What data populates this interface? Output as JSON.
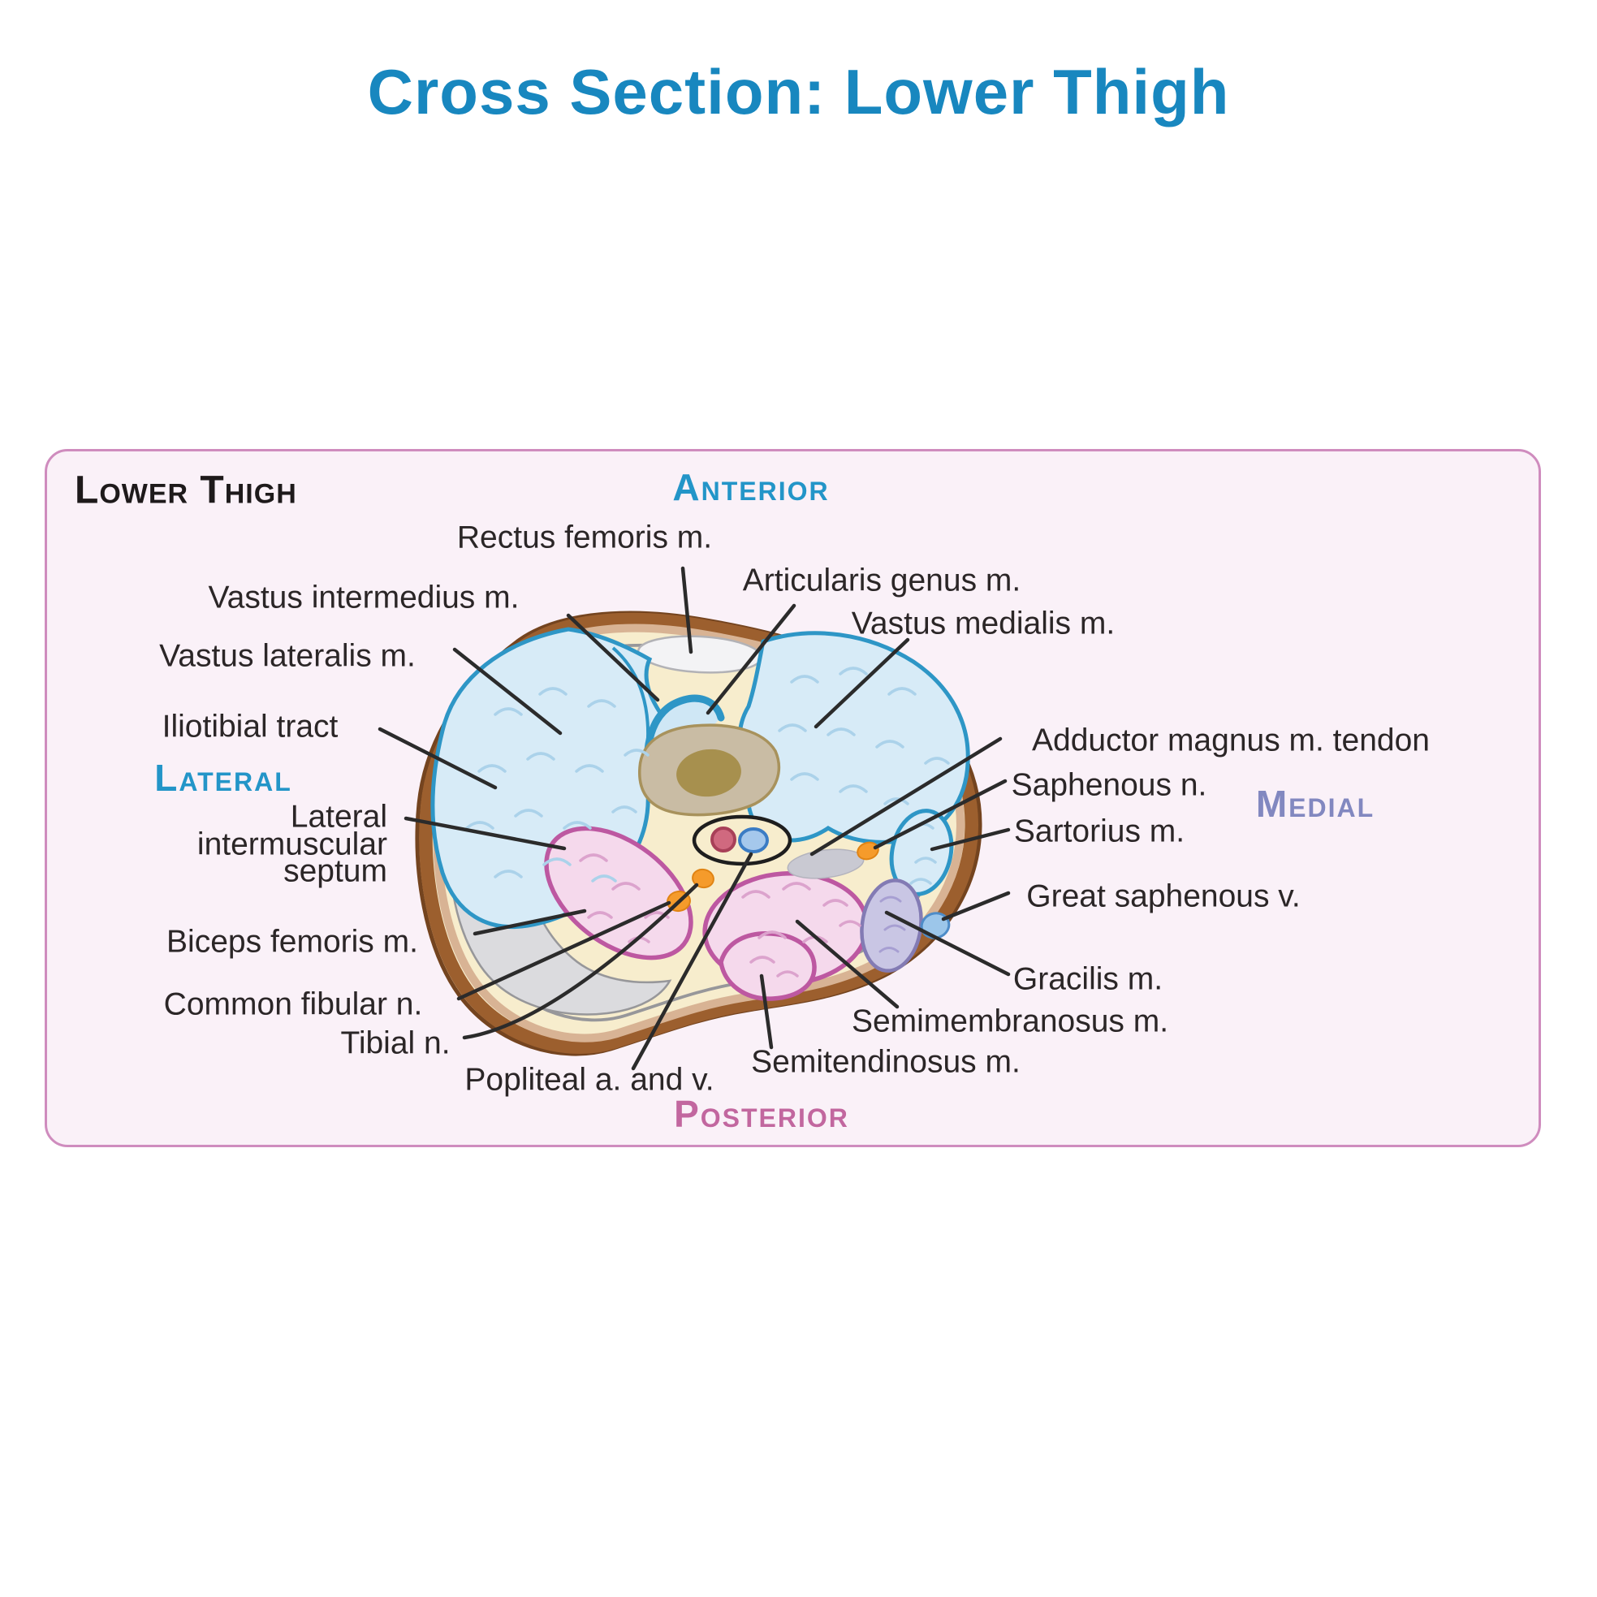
{
  "title": "Cross Section: Lower Thigh",
  "panel": {
    "heading": "Lower Thigh",
    "directions": {
      "anterior": "Anterior",
      "lateral": "Lateral",
      "medial": "Medial",
      "posterior": "Posterior"
    }
  },
  "annotations": {
    "rectus_femoris": "Rectus femoris m.",
    "vastus_intermedius": "Vastus intermedius m.",
    "articularis_genus": "Articularis genus m.",
    "vastus_medialis": "Vastus medialis m.",
    "vastus_lateralis": "Vastus lateralis m.",
    "iliotibial_tract": "Iliotibial tract",
    "septum_line1": "Lateral",
    "septum_line2": "intermuscular",
    "septum_line3": "septum",
    "biceps_femoris": "Biceps femoris m.",
    "common_fibular": "Common fibular n.",
    "tibial": "Tibial n.",
    "popliteal": "Popliteal a. and v.",
    "semitendinosus": "Semitendinosus m.",
    "semimembranosus": "Semimembranosus m.",
    "gracilis": "Gracilis m.",
    "great_saphenous": "Great saphenous v.",
    "sartorius": "Sartorius m.",
    "saphenous": "Saphenous n.",
    "adductor_magnus": "Adductor magnus m. tendon"
  },
  "colors": {
    "title_blue": "#1887bf",
    "direction_blue": "#2395c8",
    "direction_purple": "#8288c0",
    "direction_pink": "#c2679f",
    "panel_bg": "#faf1f8",
    "panel_border": "#cf8cbe",
    "label_ink": "#2b2627",
    "leader_ink": "#2b2b2b",
    "skin_dark": "#74441f",
    "skin_brown": "#9c5f2e",
    "skin_tan": "#d8b394",
    "fat_cream": "#f7edcd",
    "fascia_gray": "#97979a",
    "fascia_fill": "#dbdbde",
    "muscle_blue_fill": "#d7ebf7",
    "muscle_blue_line": "#2e96c6",
    "muscle_pink_fill": "#f5d9ec",
    "muscle_pink_line": "#bd58a1",
    "gracilis_fill": "#c9c6e4",
    "gracilis_line": "#837bb4",
    "bone_fill": "#c9bca4",
    "bone_line": "#a8925c",
    "marrow_fill": "#a7904e",
    "tendon_white": "#f3f3f5",
    "nerve_orange": "#f59b2b",
    "artery_fill": "#d0697f",
    "vein_fill": "#a5c8ec",
    "vein_line": "#3b7cc4",
    "vessel_ring": "#1e1e1e",
    "gray_tendon": "#c9c9d2"
  }
}
